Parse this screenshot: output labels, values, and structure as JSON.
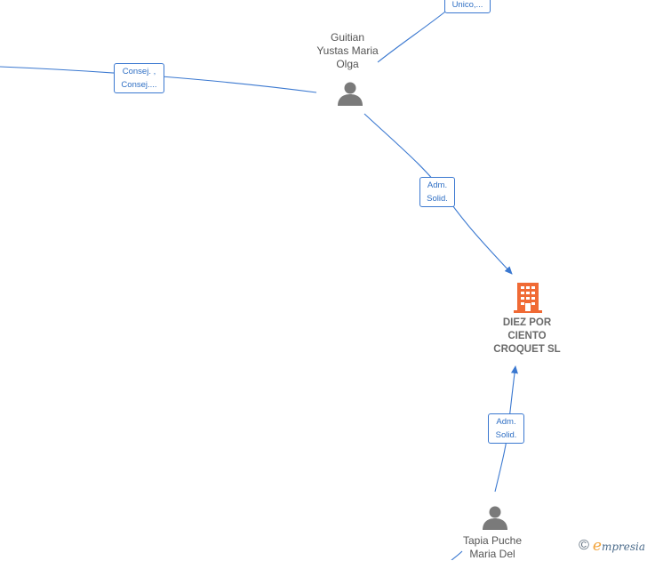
{
  "nodes": {
    "person_top": {
      "name_lines": [
        "Guitian",
        "Yustas Maria",
        "Olga"
      ],
      "icon": "person-icon"
    },
    "company": {
      "name_lines": [
        "DIEZ POR",
        "CIENTO",
        "CROQUET  SL"
      ],
      "icon": "building-icon",
      "color": "#f06a35"
    },
    "person_bottom": {
      "name_lines": [
        "Tapia Puche",
        "Maria Del"
      ],
      "icon": "person-icon"
    }
  },
  "edges": {
    "top_right": {
      "label_lines": [
        "Unico,..."
      ]
    },
    "left": {
      "label_lines": [
        "Consej. ,",
        "Consej...."
      ]
    },
    "to_company_top": {
      "label_lines": [
        "Adm.",
        "Solid."
      ]
    },
    "to_company_bottom": {
      "label_lines": [
        "Adm.",
        "Solid."
      ]
    }
  },
  "colors": {
    "edge": "#3a78d0",
    "person_icon": "#7a7a7a"
  },
  "brand": {
    "copyright": "©",
    "initial": "e",
    "name": "mpresia"
  }
}
